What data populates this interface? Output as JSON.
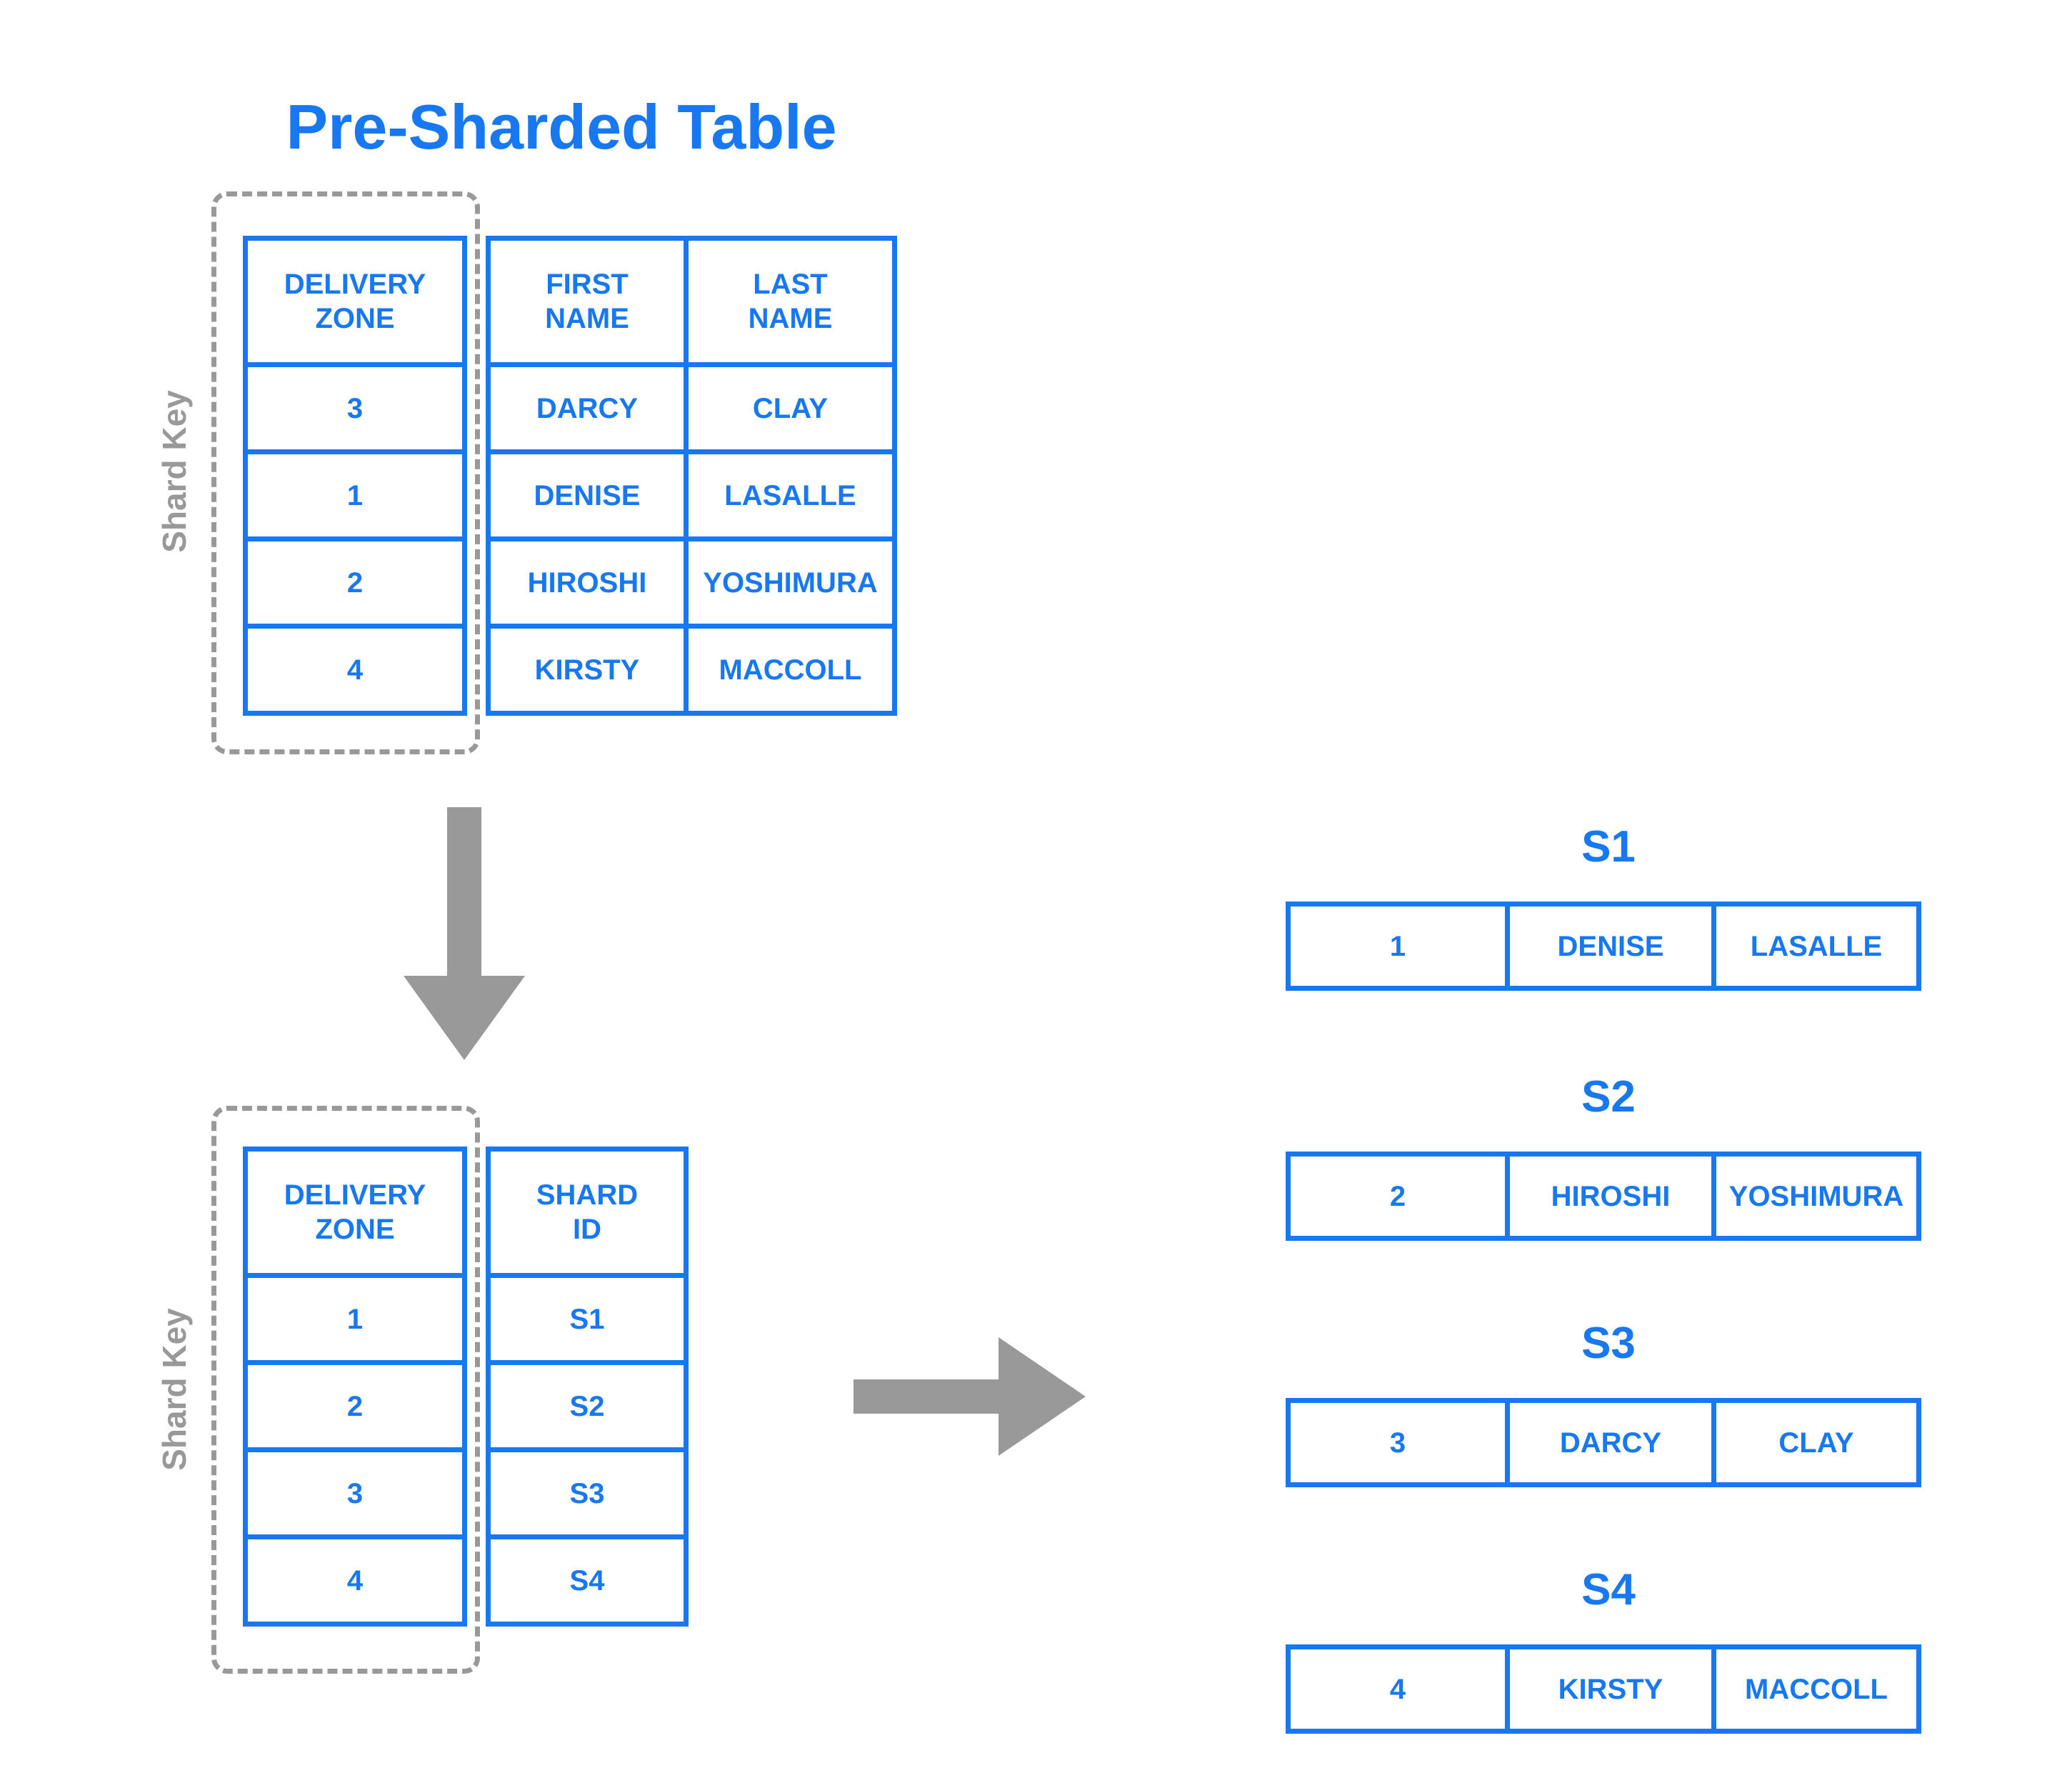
{
  "colors": {
    "accent_blue": "#1778F2",
    "muted_gray": "#999999"
  },
  "title": "Pre-Sharded Table",
  "shard_key_label": "Shard Key",
  "pre_sharded_table": {
    "headers": [
      "DELIVERY\nZONE",
      "FIRST\nNAME",
      "LAST\nNAME"
    ],
    "rows": [
      [
        "3",
        "DARCY",
        "CLAY"
      ],
      [
        "1",
        "DENISE",
        "LASALLE"
      ],
      [
        "2",
        "HIROSHI",
        "YOSHIMURA"
      ],
      [
        "4",
        "KIRSTY",
        "MACCOLL"
      ]
    ]
  },
  "shard_lookup_table": {
    "headers": [
      "DELIVERY\nZONE",
      "SHARD\nID"
    ],
    "rows": [
      [
        "1",
        "S1"
      ],
      [
        "2",
        "S2"
      ],
      [
        "3",
        "S3"
      ],
      [
        "4",
        "S4"
      ]
    ]
  },
  "shards": [
    {
      "label": "S1",
      "row": [
        "1",
        "DENISE",
        "LASALLE"
      ]
    },
    {
      "label": "S2",
      "row": [
        "2",
        "HIROSHI",
        "YOSHIMURA"
      ]
    },
    {
      "label": "S3",
      "row": [
        "3",
        "DARCY",
        "CLAY"
      ]
    },
    {
      "label": "S4",
      "row": [
        "4",
        "KIRSTY",
        "MACCOLL"
      ]
    }
  ]
}
